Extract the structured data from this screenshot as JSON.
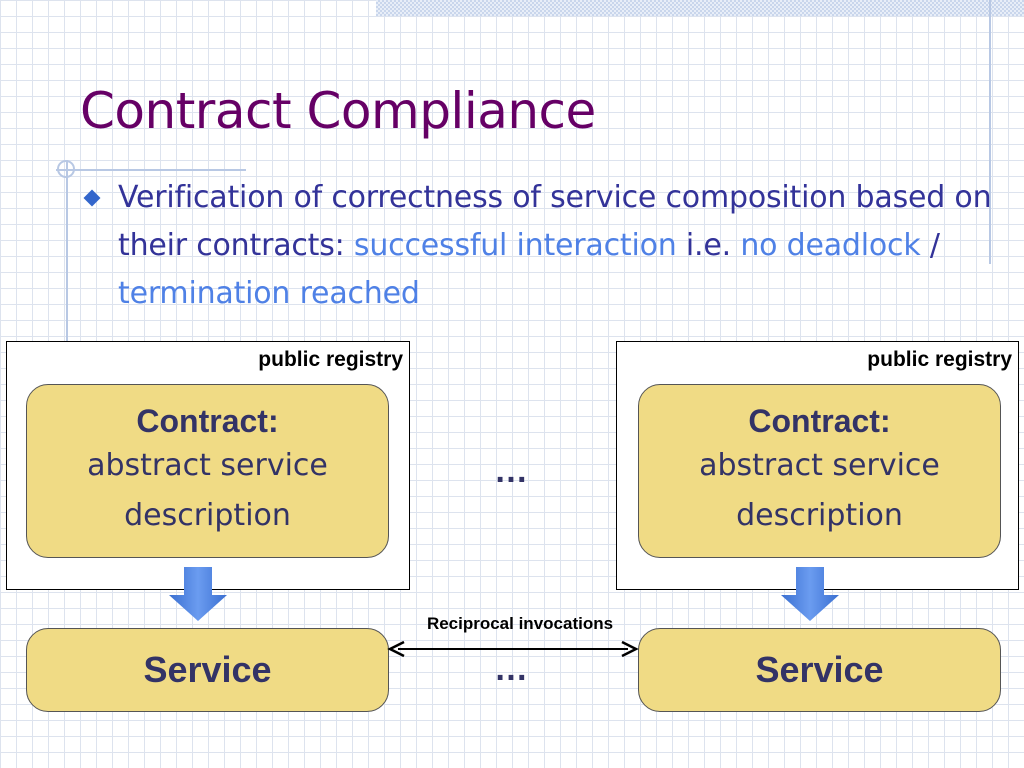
{
  "slide": {
    "title": "Contract Compliance",
    "bullet": {
      "text_1": "Verification of correctness of service composition based on their contracts: ",
      "highlight_1": "successful interaction",
      "text_2": " i.e. ",
      "highlight_2": "no deadlock",
      "text_3": " / ",
      "highlight_3": "termination reached"
    }
  },
  "diagram": {
    "left": {
      "registry_label": "public registry",
      "contract_heading": "Contract:",
      "contract_text_1": "abstract service",
      "contract_text_2": "description",
      "service_label": "Service"
    },
    "right": {
      "registry_label": "public registry",
      "contract_heading": "Contract:",
      "contract_text_1": "abstract service",
      "contract_text_2": "description",
      "service_label": "Service"
    },
    "middle": {
      "ellipsis_top": "…",
      "ellipsis_bottom": "…",
      "invocation_label": "Reciprocal invocations"
    }
  },
  "colors": {
    "title": "#660066",
    "text": "#333399",
    "highlight": "#4f81e6",
    "box_fill": "#f0db85",
    "arrow_fill": "#4a86e8"
  }
}
